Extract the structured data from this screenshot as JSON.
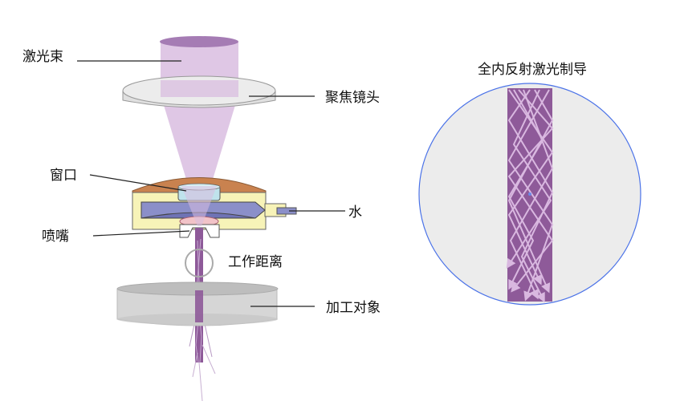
{
  "labels": {
    "laser_beam": "激光束",
    "focus_lens": "聚焦镜头",
    "window": "窗口",
    "water": "水",
    "nozzle": "喷嘴",
    "working_distance": "工作距离",
    "workpiece": "加工对象",
    "tir_title": "全内反射激光制导"
  },
  "colors": {
    "beam": "#d9bde0",
    "jet": "#8e5a99",
    "lens": "#e6e6e6",
    "housing_top": "#c9824f",
    "housing_body": "#f7f3b8",
    "water_chamber": "#8b8fc9",
    "window_glass": "#bfe3ec",
    "nozzle_pink": "#f2c3c8",
    "circle_bg": "#ececec",
    "circle_border": "#4a72e8",
    "workpiece": "#d6d6d6"
  }
}
